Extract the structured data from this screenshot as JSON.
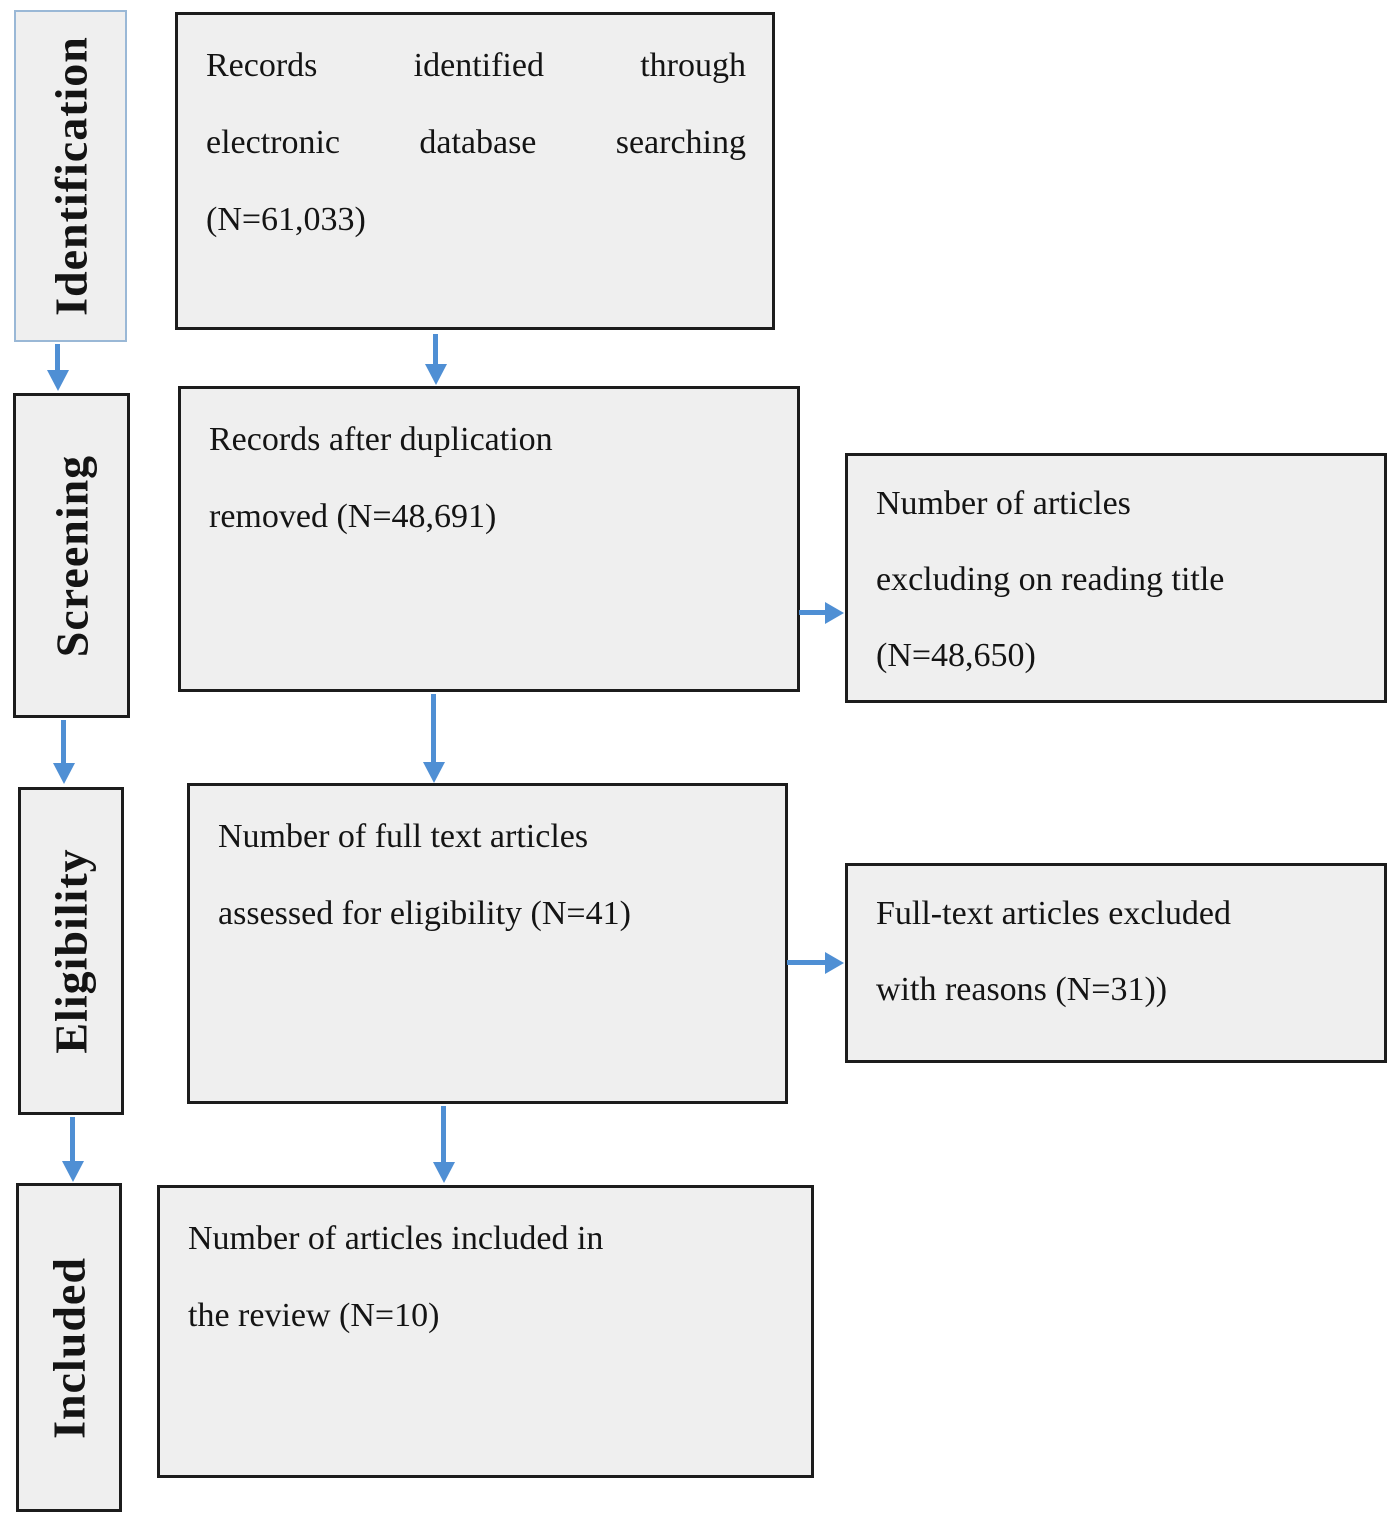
{
  "colors": {
    "arrow": "#4f8fd4",
    "box_fill": "#efefef",
    "box_border": "#1c1c1c",
    "identification_border": "#9ab8d6",
    "background": "#ffffff"
  },
  "stages": [
    {
      "label": "Identification"
    },
    {
      "label": "Screening"
    },
    {
      "label": "Eligibility"
    },
    {
      "label": "Included"
    }
  ],
  "main_boxes": [
    {
      "name": "records-identified",
      "n": "61,033",
      "lines": [
        "Records identified through",
        "electronic database searching",
        "(N=61,033)"
      ]
    },
    {
      "name": "records-after-duplication-removed",
      "n": "48,691",
      "lines": [
        "Records after duplication",
        "removed (N=48,691)"
      ]
    },
    {
      "name": "full-text-articles-assessed",
      "n": "41",
      "lines": [
        "Number of full text articles",
        "assessed for eligibility (N=41)"
      ]
    },
    {
      "name": "articles-included-in-review",
      "n": "10",
      "lines": [
        "Number of articles included in",
        "the review (N=10)"
      ]
    }
  ],
  "side_boxes": [
    {
      "name": "articles-excluded-on-reading-title",
      "n": "48,650",
      "lines": [
        "Number of articles",
        "excluding on reading title",
        "(N=48,650)"
      ]
    },
    {
      "name": "full-text-articles-excluded",
      "n": "31",
      "lines": [
        "Full-text articles excluded",
        "with reasons (N=31))"
      ]
    }
  ]
}
